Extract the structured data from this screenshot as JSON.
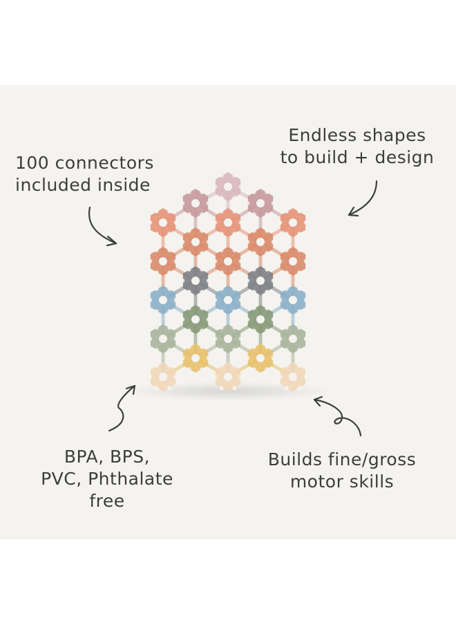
{
  "callouts": {
    "connectors": {
      "line1": "100 connectors",
      "line2": "included inside"
    },
    "shapes": {
      "line1": "Endless shapes",
      "line2": "to build + design"
    },
    "materials": {
      "line1": "BPA, BPS,",
      "line2": "PVC, Phthalate",
      "line3": "free"
    },
    "skills": {
      "line1": "Builds fine/gross",
      "line2": "motor skills"
    }
  },
  "icons": [
    "curved-arrow-icon"
  ],
  "colors": {
    "background": "#f4f3ef",
    "text": "#3d3d3d",
    "pieces": [
      "#d9b7bd",
      "#c79a9e",
      "#e69478",
      "#d98b6a",
      "#7e8186",
      "#8bb0c9",
      "#879a79",
      "#a8b59c",
      "#e8c16b",
      "#f1d7b8"
    ]
  }
}
